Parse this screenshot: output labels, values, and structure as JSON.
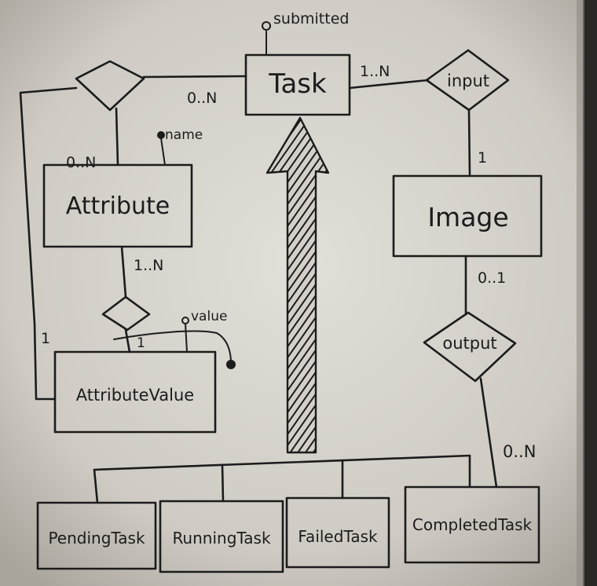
{
  "entities": {
    "task": "Task",
    "attribute": "Attribute",
    "attribute_value": "AttributeValue",
    "image": "Image",
    "pending_task": "PendingTask",
    "running_task": "RunningTask",
    "failed_task": "FailedTask",
    "completed_task": "CompletedTask"
  },
  "relationships": {
    "input": "input",
    "output": "output"
  },
  "attributes": {
    "submitted": "submitted",
    "name": "name",
    "value": "value"
  },
  "cardinalities": {
    "task_to_attribute_rel": "0..N",
    "attribute_to_rel": "0..N",
    "attribute_to_value_rel": "1..N",
    "value_rel_to_attributevalue": "1",
    "attributevalue_left": "1",
    "task_to_input": "1..N",
    "input_to_image": "1",
    "image_to_output": "0..1",
    "output_to_completed": "0..N"
  },
  "colors": {
    "board": "#d6d3cc",
    "ink": "#1c1c1c",
    "frame": "#2a2724"
  }
}
